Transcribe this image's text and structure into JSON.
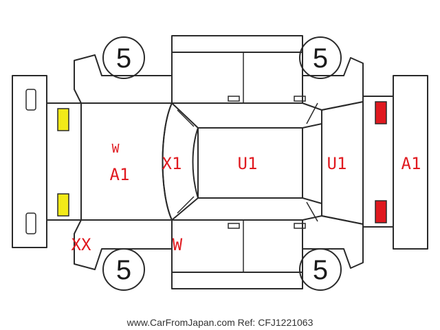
{
  "tires": {
    "front_left": "5",
    "front_right": "5",
    "rear_left": "5",
    "rear_right": "5"
  },
  "marks": {
    "front_bumper_w": "W",
    "front_bumper_a1": "A1",
    "hood_x1": "X1",
    "roof_u1": "U1",
    "rear_glass_u1": "U1",
    "rear_bumper_a1": "A1",
    "front_corner_xx": "XX",
    "front_door_w": "W"
  },
  "colors": {
    "headlight": "#f2ea18",
    "taillight": "#e0191f",
    "mark": "#e0191f"
  },
  "footer": "www.CarFromJapan.com Ref: CFJ1221063"
}
